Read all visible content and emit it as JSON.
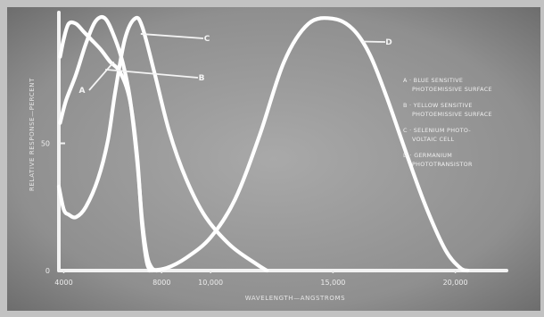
{
  "chart_data": {
    "type": "line",
    "title": "",
    "xlabel": "WAVELENGTH—ANGSTROMS",
    "ylabel": "RELATIVE RESPONSE—PERCENT",
    "x_ticks": [
      {
        "value": 4000,
        "label": "4000"
      },
      {
        "value": 8000,
        "label": "8000"
      },
      {
        "value": 10000,
        "label": "10,000"
      },
      {
        "value": 15000,
        "label": "15,000"
      },
      {
        "value": 20000,
        "label": "20,000"
      }
    ],
    "y_ticks": [
      {
        "value": 0,
        "label": "0"
      },
      {
        "value": 50,
        "label": "50"
      }
    ],
    "xlim": [
      3800,
      21800
    ],
    "ylim": [
      0,
      100
    ],
    "grid": false,
    "legend_position": "right",
    "series": [
      {
        "name": "A",
        "legend": [
          "A · BLUE SENSITIVE",
          "PHOTOEMISSIVE SURFACE"
        ],
        "x": [
          3850,
          4000,
          4200,
          4500,
          4800,
          5100,
          5500,
          5900,
          6300,
          6700,
          7000,
          7200,
          7400,
          7600
        ],
        "y": [
          84,
          91,
          97,
          97,
          94,
          91,
          87,
          82,
          78,
          67,
          45,
          18,
          3,
          0
        ]
      },
      {
        "name": "B",
        "legend": [
          "B · YELLOW SENSITIVE",
          "PHOTOEMISSIVE SURFACE"
        ],
        "x": [
          3850,
          4100,
          4500,
          4900,
          5300,
          5700,
          6100,
          6400,
          6700,
          7000,
          7200,
          7400,
          7600,
          7800
        ],
        "y": [
          58,
          67,
          77,
          89,
          98,
          99,
          91,
          82,
          68,
          43,
          20,
          6,
          1,
          0
        ]
      },
      {
        "name": "C",
        "legend": [
          "C · SELENIUM PHOTO-",
          "VOLTAIC CELL"
        ],
        "x": [
          3800,
          4000,
          4200,
          4500,
          4900,
          5400,
          5800,
          6100,
          6500,
          6900,
          7200,
          7700,
          8300,
          9000,
          9800,
          10800,
          11800,
          12300
        ],
        "y": [
          33,
          24,
          22,
          21,
          25,
          36,
          51,
          70,
          91,
          99,
          96,
          78,
          55,
          36,
          21,
          10,
          3,
          0
        ]
      },
      {
        "name": "D",
        "legend": [
          "D · GERMANIUM",
          "PHOTOTRANSISTOR"
        ],
        "x": [
          7500,
          8200,
          9000,
          10000,
          11000,
          12000,
          13000,
          14000,
          15000,
          15800,
          16500,
          17200,
          18000,
          18800,
          19600,
          20200,
          20500
        ],
        "y": [
          0,
          1,
          5,
          13,
          28,
          53,
          82,
          97,
          99,
          95,
          85,
          68,
          46,
          25,
          8,
          1,
          0
        ]
      }
    ],
    "annotations": [
      {
        "label": "A",
        "points_to": "A"
      },
      {
        "label": "B",
        "points_to": "B"
      },
      {
        "label": "C",
        "points_to": "C"
      },
      {
        "label": "D",
        "points_to": "D"
      }
    ]
  }
}
